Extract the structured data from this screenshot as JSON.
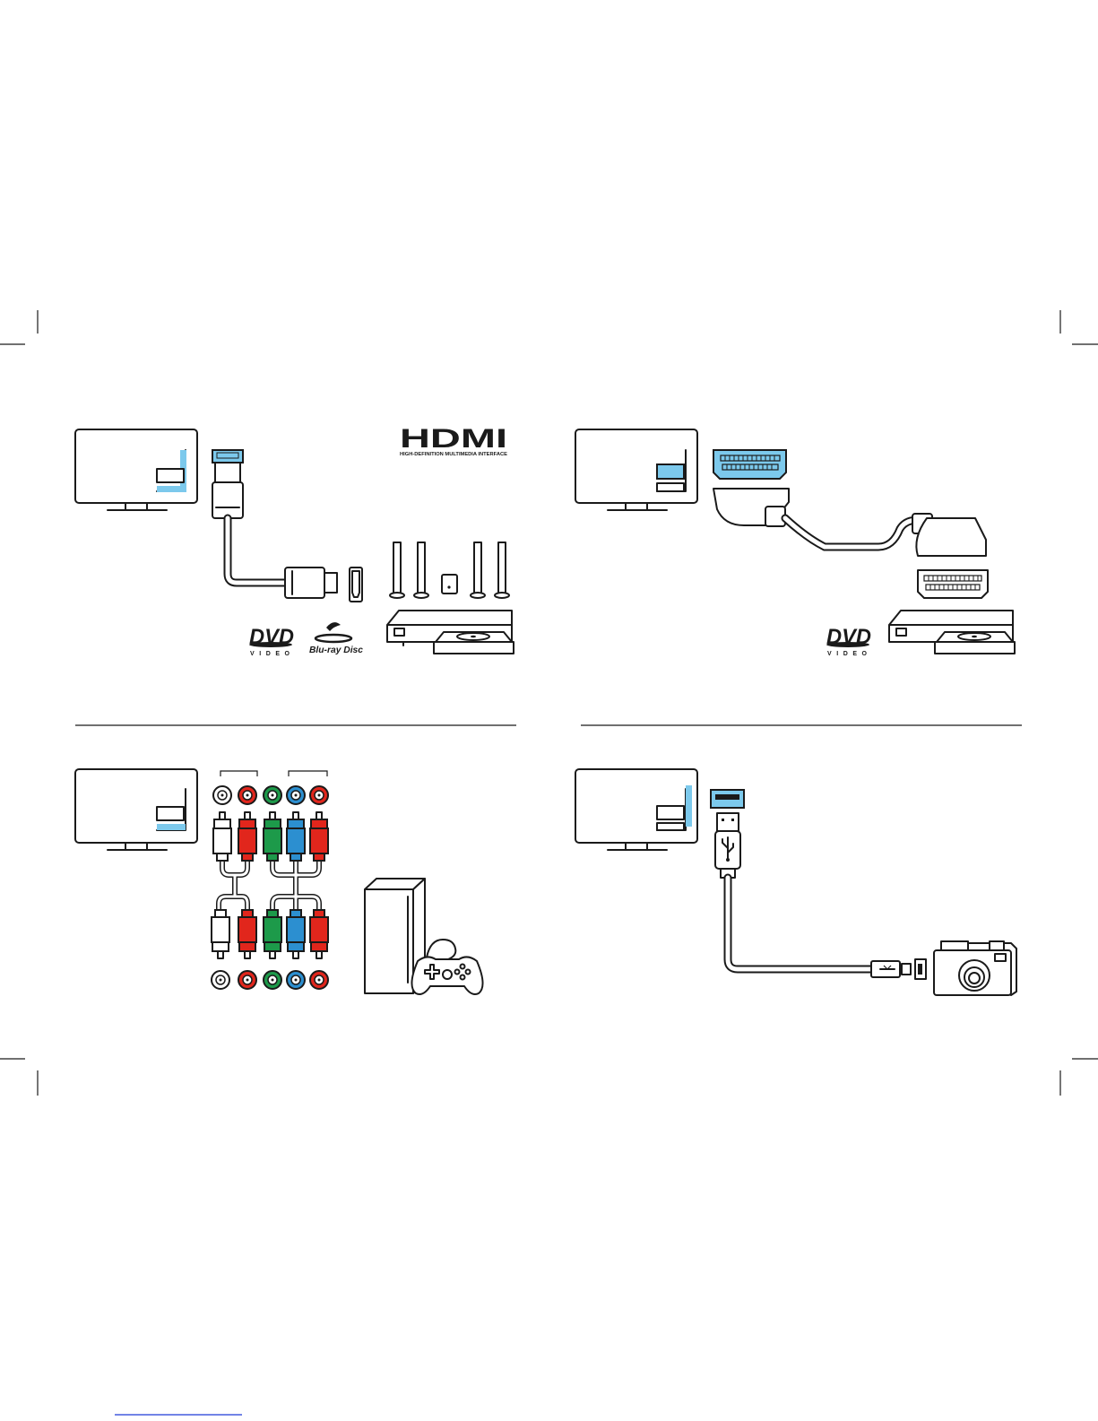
{
  "colors": {
    "stroke": "#1a1a1a",
    "accent_blue": "#7cc9ec",
    "rca_red": "#e1261c",
    "rca_green": "#1d9a4a",
    "rca_blue": "#2c8fd0",
    "rca_white": "#ffffff",
    "cable_white": "#ffffff",
    "footer_link": "#1f3bd6"
  },
  "logos": {
    "hdmi_wordmark": "HDMI",
    "hdmi_tagline": "HIGH-DEFINITION MULTIMEDIA INTERFACE",
    "dvd_mark": "DVD",
    "dvd_sub": "VIDEO",
    "bluray_mark": "Blu-ray Disc"
  },
  "panels": [
    {
      "id": "hdmi",
      "device_icons": [
        "tv-icon",
        "hdmi-plug-icon",
        "hdmi-port-icon",
        "home-theater-speakers-icon",
        "dvd-player-icon"
      ]
    },
    {
      "id": "scart",
      "device_icons": [
        "tv-icon",
        "scart-plug-icon",
        "scart-port-icon",
        "dvd-player-icon"
      ]
    },
    {
      "id": "component",
      "device_icons": [
        "tv-icon",
        "rca-jack-row-icon",
        "rca-plug-icon",
        "game-console-icon",
        "gamepad-icon"
      ]
    },
    {
      "id": "usb",
      "device_icons": [
        "tv-icon",
        "usb-a-plug-icon",
        "mini-usb-plug-icon",
        "camera-icon"
      ]
    }
  ]
}
